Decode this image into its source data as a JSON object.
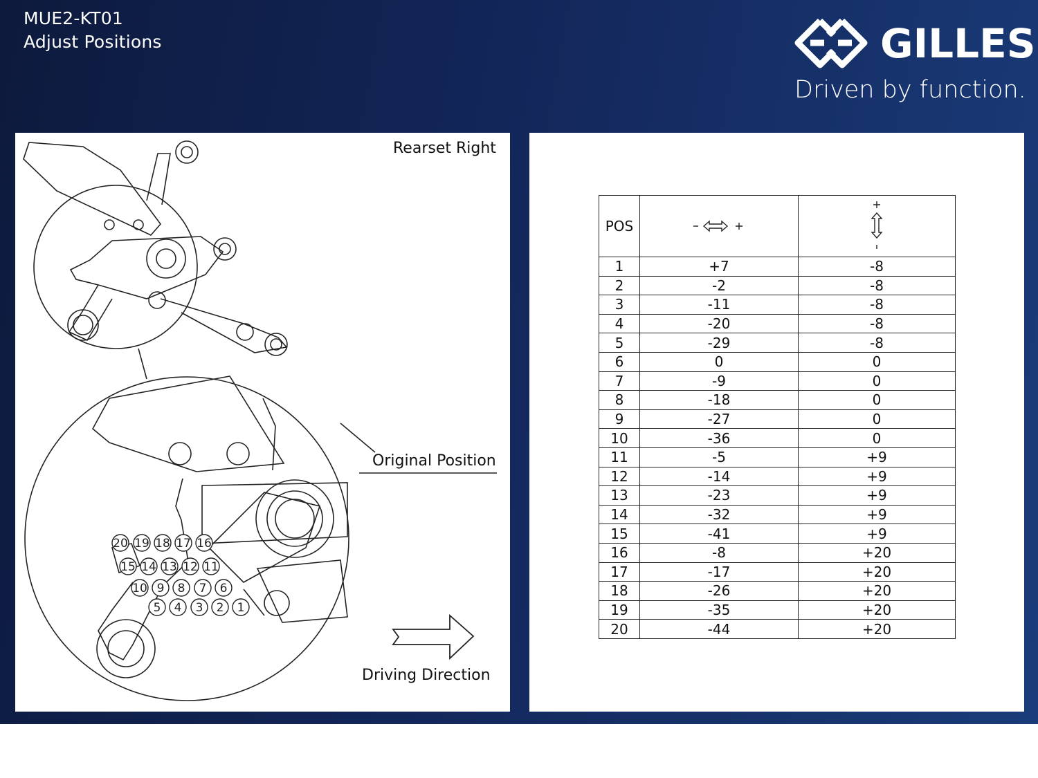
{
  "header": {
    "title_line1": "MUE2-KT01",
    "title_line2": "Adjust Positions"
  },
  "brand": {
    "name": "GILLES",
    "tagline": "Driven by function.",
    "logo_icon": "gilles-emblem-icon"
  },
  "colors": {
    "banner_dark": "#0d1a3d",
    "banner_light": "#1a3c7a",
    "panel": "#ffffff",
    "line": "#222222"
  },
  "drawing": {
    "label_side": "Rearset Right",
    "label_original": "Original Position",
    "label_direction": "Driving Direction",
    "hole_numbers": [
      "20",
      "19",
      "18",
      "17",
      "16",
      "15",
      "14",
      "13",
      "12",
      "11",
      "10",
      "9",
      "8",
      "7",
      "6",
      "5",
      "4",
      "3",
      "2",
      "1"
    ],
    "arrow_icon": "right-arrow-icon"
  },
  "table": {
    "header_pos": "POS",
    "header_horizontal_icon": "horizontal-minus-plus-arrow-icon",
    "header_vertical_icon": "vertical-plus-minus-arrow-icon",
    "rows": [
      {
        "pos": "1",
        "h": "+7",
        "v": "-8"
      },
      {
        "pos": "2",
        "h": "-2",
        "v": "-8"
      },
      {
        "pos": "3",
        "h": "-11",
        "v": "-8"
      },
      {
        "pos": "4",
        "h": "-20",
        "v": "-8"
      },
      {
        "pos": "5",
        "h": "-29",
        "v": "-8"
      },
      {
        "pos": "6",
        "h": "0",
        "v": "0"
      },
      {
        "pos": "7",
        "h": "-9",
        "v": "0"
      },
      {
        "pos": "8",
        "h": "-18",
        "v": "0"
      },
      {
        "pos": "9",
        "h": "-27",
        "v": "0"
      },
      {
        "pos": "10",
        "h": "-36",
        "v": "0"
      },
      {
        "pos": "11",
        "h": "-5",
        "v": "+9"
      },
      {
        "pos": "12",
        "h": "-14",
        "v": "+9"
      },
      {
        "pos": "13",
        "h": "-23",
        "v": "+9"
      },
      {
        "pos": "14",
        "h": "-32",
        "v": "+9"
      },
      {
        "pos": "15",
        "h": "-41",
        "v": "+9"
      },
      {
        "pos": "16",
        "h": "-8",
        "v": "+20"
      },
      {
        "pos": "17",
        "h": "-17",
        "v": "+20"
      },
      {
        "pos": "18",
        "h": "-26",
        "v": "+20"
      },
      {
        "pos": "19",
        "h": "-35",
        "v": "+20"
      },
      {
        "pos": "20",
        "h": "-44",
        "v": "+20"
      }
    ]
  }
}
